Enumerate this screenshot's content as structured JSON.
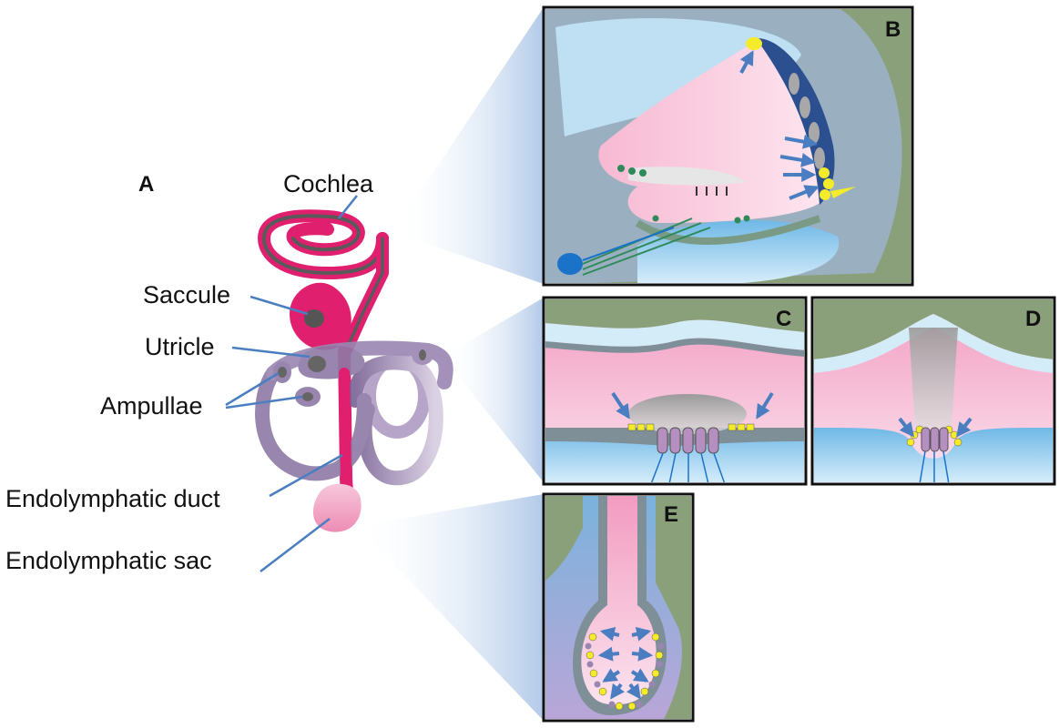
{
  "panels": {
    "a": "A",
    "b": "B",
    "c": "C",
    "d": "D",
    "e": "E"
  },
  "labels": {
    "cochlea": "Cochlea",
    "saccule": "Saccule",
    "utricle": "Utricle",
    "ampullae": "Ampullae",
    "endolymphatic_duct": "Endolymphatic duct",
    "endolymphatic_sac": "Endolymphatic sac"
  },
  "colors": {
    "cochlea_magenta": "#e0206e",
    "vestibule_purple": "#8e7aa6",
    "sac_pink": "#f2a9c6",
    "endolymph_pink": "#f4a8c8",
    "perilymph_blue": "#8fc9ea",
    "bone_green": "#8aa07a",
    "epithelium_grey": "#7f8f98",
    "ion_transport_yellow": "#f4ec2a",
    "arrow_blue": "#4a7ec0",
    "hair_cell_purple": "#b58fc0"
  }
}
